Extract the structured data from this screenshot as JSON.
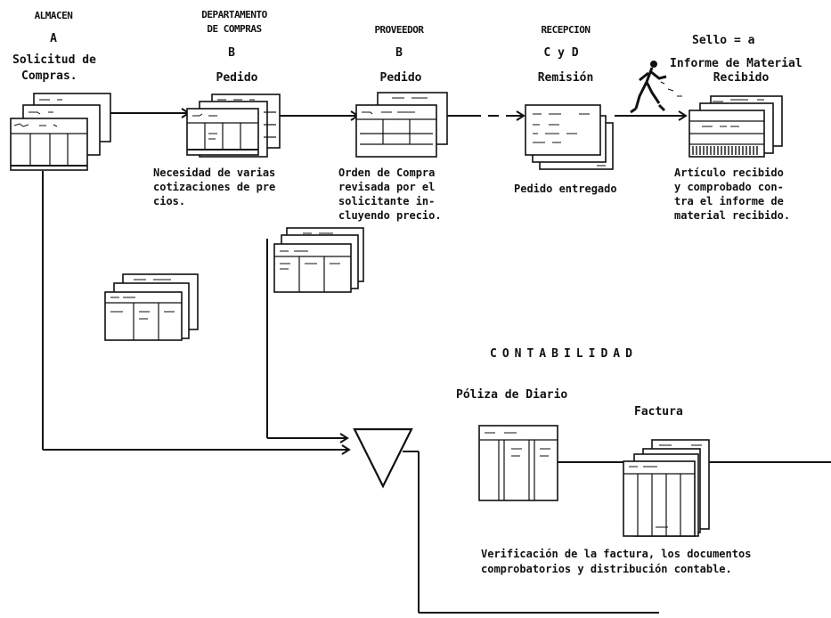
{
  "almacen": {
    "dept": "ALMACEN",
    "letter": "A",
    "doc_title_line1": "Solicitud de",
    "doc_title_line2": "Compras."
  },
  "compras": {
    "dept_line1": "DEPARTAMENTO",
    "dept_line2": "DE COMPRAS",
    "letter": "B",
    "doc_title": "Pedido",
    "note_line1": "Necesidad de varias",
    "note_line2": "cotizaciones de pre",
    "note_line3": "cios."
  },
  "proveedor": {
    "dept": "PROVEEDOR",
    "letter": "B",
    "doc_title": "Pedido",
    "note_line1": "Orden de Compra",
    "note_line2": "revisada por el",
    "note_line3": "solicitante in-",
    "note_line4": "cluyendo precio."
  },
  "recepcion": {
    "dept": "RECEPCION",
    "letter": "C y D",
    "doc_title": "Remisión",
    "note": "Pedido entregado"
  },
  "sello": {
    "header": "Sello = a",
    "doc_title_line1": "Informe de Material",
    "doc_title_line2": "Recibido",
    "note_line1": "Artículo recibido",
    "note_line2": "y comprobado con-",
    "note_line3": "tra el informe de",
    "note_line4": "material recibido."
  },
  "contabilidad": {
    "title": "CONTABILIDAD",
    "poliza_title": "Póliza de Diario",
    "factura_title": "Factura",
    "note_line1": "Verificación de la factura, los documentos",
    "note_line2": "comprobatorios y distribución contable."
  }
}
